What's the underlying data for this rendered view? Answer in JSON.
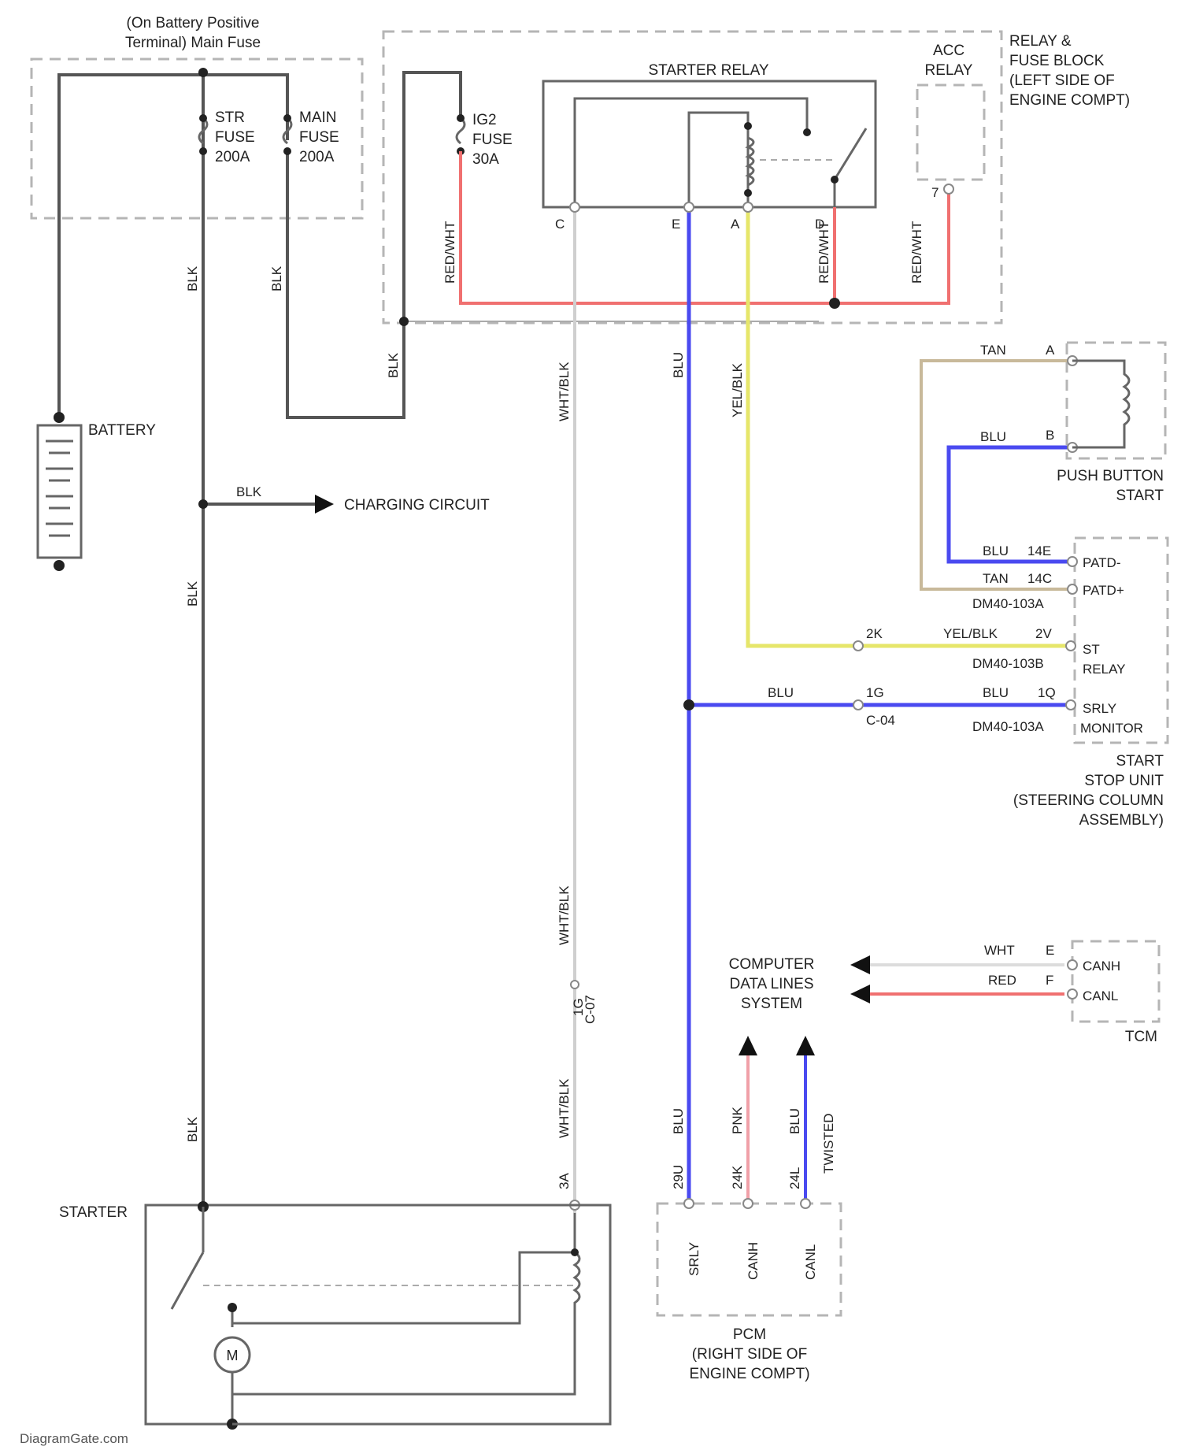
{
  "colors": {
    "blk": "#555555",
    "red": "#f07070",
    "blu": "#4a4af0",
    "yel": "#e6e66a",
    "wht": "#c8c8c8",
    "tan": "#c8b99a",
    "pnk": "#f0a0a8"
  },
  "labels": {
    "battery_terminal_line1": "(On Battery Positive",
    "battery_terminal_line2": "Terminal) Main Fuse",
    "str_fuse_1": "STR",
    "str_fuse_2": "FUSE",
    "str_fuse_3": "200A",
    "main_fuse_1": "MAIN",
    "main_fuse_2": "FUSE",
    "main_fuse_3": "200A",
    "ig2_fuse_1": "IG2",
    "ig2_fuse_2": "FUSE",
    "ig2_fuse_3": "30A",
    "starter_relay": "STARTER RELAY",
    "acc_relay_1": "ACC",
    "acc_relay_2": "RELAY",
    "relay_block_1": "RELAY &",
    "relay_block_2": "FUSE BLOCK",
    "relay_block_3": "(LEFT SIDE OF",
    "relay_block_4": "ENGINE COMPT)",
    "pin_c": "C",
    "pin_e": "E",
    "pin_a": "A",
    "pin_d": "D",
    "pin_7": "7",
    "battery": "BATTERY",
    "charging_circuit": "CHARGING CIRCUIT",
    "push_button_1": "PUSH BUTTON",
    "push_button_2": "START",
    "ss_1": "START",
    "ss_2": "STOP UNIT",
    "ss_3": "(STEERING COLUMN",
    "ss_4": "ASSEMBLY)",
    "patd_minus": "PATD-",
    "patd_plus": "PATD+",
    "st_relay_1": "ST",
    "st_relay_2": "RELAY",
    "srly_1": "SRLY",
    "srly_2": "MONITOR",
    "c_blu_14e": "14E",
    "c_tan_14c": "14C",
    "c_dm_a1": "DM40-103A",
    "c_2v": "2V",
    "c_dm_b": "DM40-103B",
    "c_1q": "1Q",
    "c_dm_a2": "DM40-103A",
    "c_2k": "2K",
    "c_1g": "1G",
    "c_c04": "C-04",
    "c_3a": "3A",
    "c_c07": "C-07",
    "computer_1": "COMPUTER",
    "computer_2": "DATA LINES",
    "computer_3": "SYSTEM",
    "tcm": "TCM",
    "canh": "CANH",
    "canl": "CANL",
    "tcm_e": "E",
    "tcm_f": "F",
    "pcm_1": "PCM",
    "pcm_2": "(RIGHT SIDE OF",
    "pcm_3": "ENGINE COMPT)",
    "pcm_srly": "SRLY",
    "pcm_canh": "CANH",
    "pcm_canl": "CANL",
    "pcm_pin_srly": "29U",
    "pcm_pin_canh": "24K",
    "pcm_pin_canl": "24L",
    "twisted": "TWISTED",
    "starter": "STARTER",
    "motor": "M",
    "watermark": "DiagramGate.com",
    "w_blk": "BLK",
    "w_red_wht": "RED/WHT",
    "w_wht_blk": "WHT/BLK",
    "w_blu": "BLU",
    "w_yel_blk": "YEL/BLK",
    "w_red": "RED",
    "w_wht": "WHT",
    "w_tan": "TAN",
    "w_pnk": "PNK"
  }
}
